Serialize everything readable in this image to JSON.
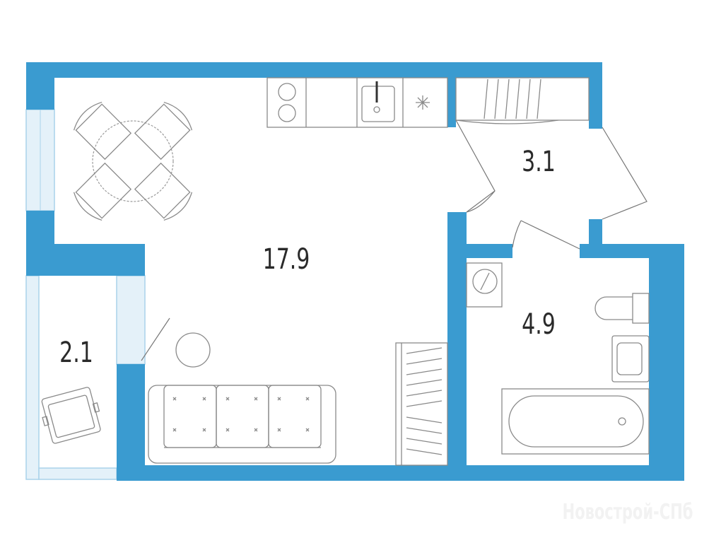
{
  "plan": {
    "rooms": [
      {
        "name": "living-room",
        "area": "17.9"
      },
      {
        "name": "hallway",
        "area": "3.1"
      },
      {
        "name": "bathroom",
        "area": "4.9"
      },
      {
        "name": "balcony",
        "area": "2.1"
      }
    ],
    "watermark": "Новострой-СПб",
    "wall_color": "#3a9bd0",
    "window_color": "#e4f1f9"
  }
}
